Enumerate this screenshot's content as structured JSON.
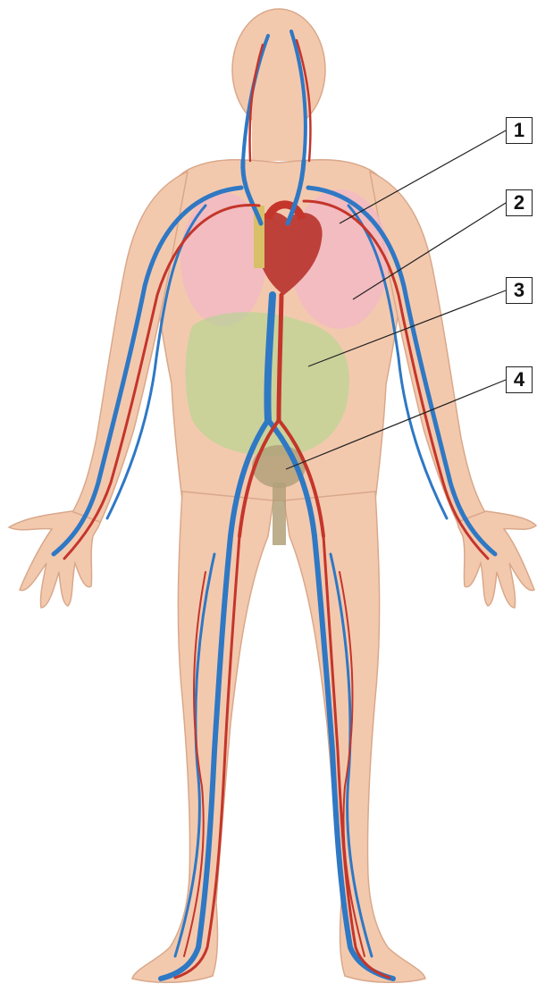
{
  "callouts": [
    {
      "label": "1",
      "target": "artery"
    },
    {
      "label": "2",
      "target": "lung"
    },
    {
      "label": "3",
      "target": "liver-vessels"
    },
    {
      "label": "4",
      "target": "bladder"
    }
  ],
  "colors": {
    "skin": "#f3c9ae",
    "skin_outline": "#d9a88a",
    "vein": "#2f78c4",
    "artery": "#c4352b",
    "lungs": "#f1b7c6",
    "heart": "#b8322c",
    "digestive": "#a7d98a",
    "bladder": "#b2a17a"
  }
}
